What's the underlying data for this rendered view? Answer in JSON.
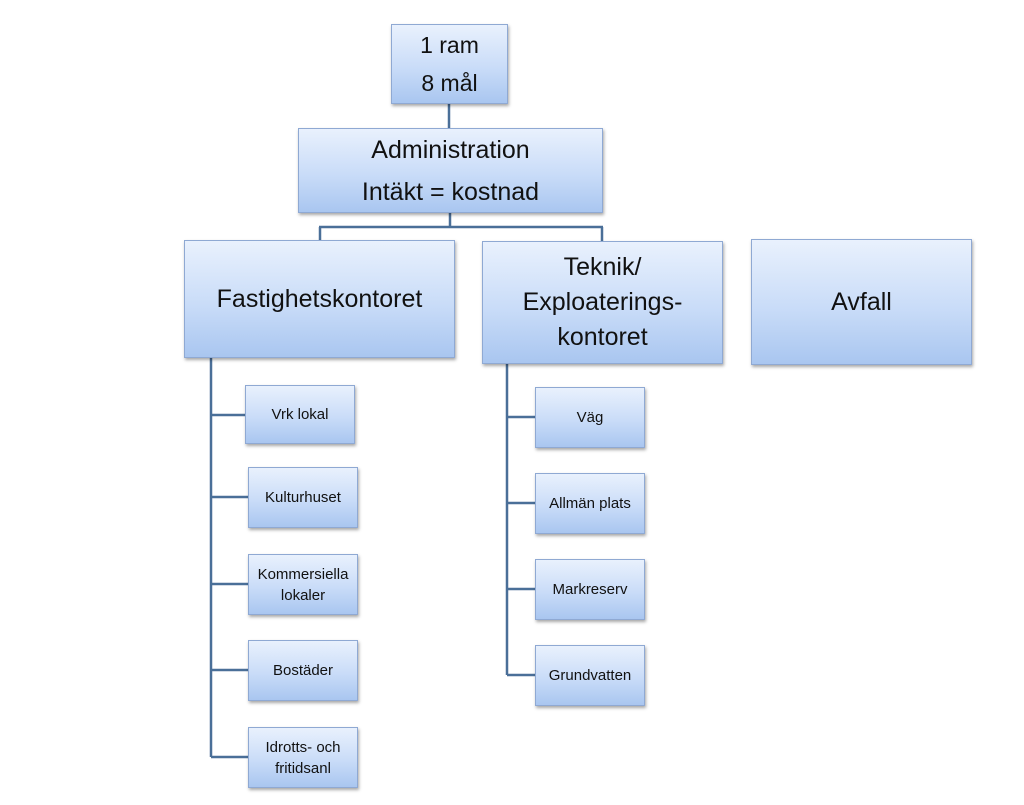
{
  "diagram": {
    "top": {
      "line1": "1 ram",
      "line2": "8 mål"
    },
    "admin": {
      "line1": "Administration",
      "line2": "Intäkt = kostnad"
    },
    "fastighetskontoret": {
      "label": "Fastighetskontoret",
      "children": [
        [
          "Vrk lokal"
        ],
        [
          "Kulturhuset"
        ],
        [
          "Kommersiella",
          "lokaler"
        ],
        [
          "Bostäder"
        ],
        [
          "Idrotts- och",
          "fritidsanl"
        ]
      ]
    },
    "teknik": {
      "lines": [
        "Teknik/",
        "Exploaterings-",
        "kontoret"
      ],
      "children": [
        [
          "Väg"
        ],
        [
          "Allmän plats"
        ],
        [
          "Markreserv"
        ],
        [
          "Grundvatten"
        ]
      ]
    },
    "avfall": {
      "label": "Avfall"
    }
  },
  "colors": {
    "connector": "#4a6f98",
    "node_top": "#e9f1fd",
    "node_bottom": "#a9c6f0",
    "node_border": "#8fa9d3"
  }
}
